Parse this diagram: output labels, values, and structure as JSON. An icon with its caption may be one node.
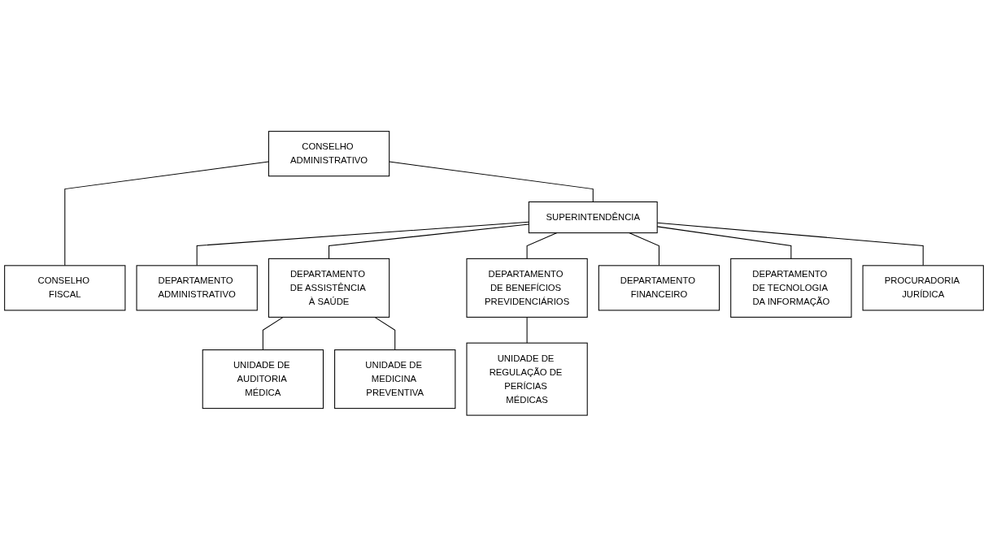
{
  "diagram": {
    "nodes": [
      {
        "text": [
          "CONSELHO ADMINISTRATIVO"
        ]
      },
      {
        "text": [
          "CONSELHO FISCAL"
        ]
      },
      {
        "text": [
          "SUPERINTENDÊNCIA"
        ]
      },
      {
        "text": [
          "PROCURADORIA JURÍDICA"
        ]
      },
      {
        "text": [
          "DEPARTAMENTO ADMINISTRATIVO"
        ]
      },
      {
        "text": [
          "DEPARTAMENTO DE ASSISTÊNCIA À SAÚDE"
        ]
      },
      {
        "text": [
          "DEPARTAMENTO DE BENEFÍCIOS PREVIDENCIÁRIOS"
        ]
      },
      {
        "text": [
          "DEPARTAMENTO FINANCEIRO"
        ]
      },
      {
        "text": [
          "DEPARTAMENTO DE TECNOLOGIA DA INFORMAÇÃO"
        ]
      },
      {
        "text": [
          "UNIDADE DE AUDITORIA MÉDICA"
        ]
      },
      {
        "text": [
          "UNIDADE DE MEDICINA PREVENTIVA"
        ]
      },
      {
        "text": [
          "UNIDADE DE REGULAÇÃO DE PERÍCIAS MÉDICAS"
        ]
      }
    ],
    "edges": [
      {
        "from": 0,
        "to": 2,
        "arrow": "none"
      },
      {
        "from": 0,
        "to": 1,
        "arrow": "none"
      },
      {
        "from": 2,
        "to": 4,
        "arrow": "none"
      },
      {
        "from": 2,
        "to": 5,
        "arrow": "none"
      },
      {
        "from": 2,
        "to": 6,
        "arrow": "none"
      },
      {
        "from": 2,
        "to": 7,
        "arrow": "none"
      },
      {
        "from": 2,
        "to": 8,
        "arrow": "none"
      },
      {
        "from": 2,
        "to": 3,
        "arrow": "none"
      },
      {
        "from": 5,
        "to": 9,
        "arrow": "none"
      },
      {
        "from": 5,
        "to": 10,
        "arrow": "none"
      },
      {
        "from": 6,
        "to": 11,
        "arrow": "none"
      }
    ]
  }
}
